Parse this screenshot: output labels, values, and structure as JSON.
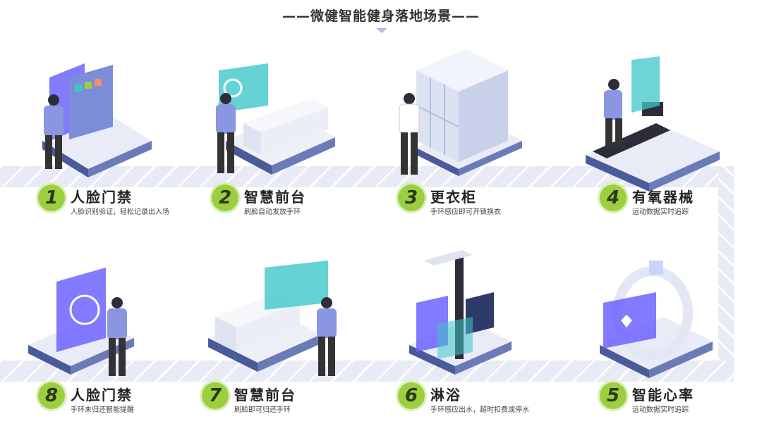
{
  "title": "——微健智能健身落地场景——",
  "colors": {
    "accent_green": "#9ccf3f",
    "band": "#e8eaf6",
    "screen_purple": "#6c63ff",
    "screen_teal": "#3ec7c9",
    "platform": "#4a5a9a"
  },
  "scenes": [
    {
      "number": "1",
      "name": "人脸门禁",
      "desc": "人脸识别验证，轻松记录出入场",
      "icon": "face-screen-icon"
    },
    {
      "number": "2",
      "name": "智慧前台",
      "desc": "刷脸自动发放手环",
      "icon": "front-desk-icon"
    },
    {
      "number": "3",
      "name": "更衣柜",
      "desc": "手环感应即可开锁换衣",
      "icon": "locker-icon"
    },
    {
      "number": "4",
      "name": "有氧器械",
      "desc": "运动数据实时追踪",
      "icon": "treadmill-icon"
    },
    {
      "number": "5",
      "name": "智能心率",
      "desc": "运动数据实时追踪",
      "icon": "heart-rate-icon"
    },
    {
      "number": "6",
      "name": "淋浴",
      "desc": "手环感应出水，超时扣费或停水",
      "icon": "shower-icon"
    },
    {
      "number": "7",
      "name": "智慧前台",
      "desc": "刷脸即可归还手环",
      "icon": "front-desk-icon"
    },
    {
      "number": "8",
      "name": "人脸门禁",
      "desc": "手环未归还智能提醒",
      "icon": "face-screen-icon"
    }
  ]
}
